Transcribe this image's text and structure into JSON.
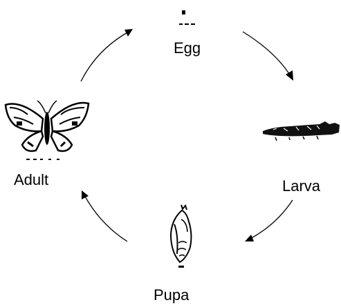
{
  "diagram": {
    "stages": [
      {
        "id": "egg",
        "label": "Egg"
      },
      {
        "id": "larva",
        "label": "Larva"
      },
      {
        "id": "pupa",
        "label": "Pupa"
      },
      {
        "id": "adult",
        "label": "Adult"
      }
    ],
    "icons": {
      "egg": "egg-icon",
      "larva": "caterpillar-icon",
      "pupa": "chrysalis-icon",
      "adult": "butterfly-icon"
    },
    "arrow_color": "#000000",
    "label_color": "#000000"
  }
}
